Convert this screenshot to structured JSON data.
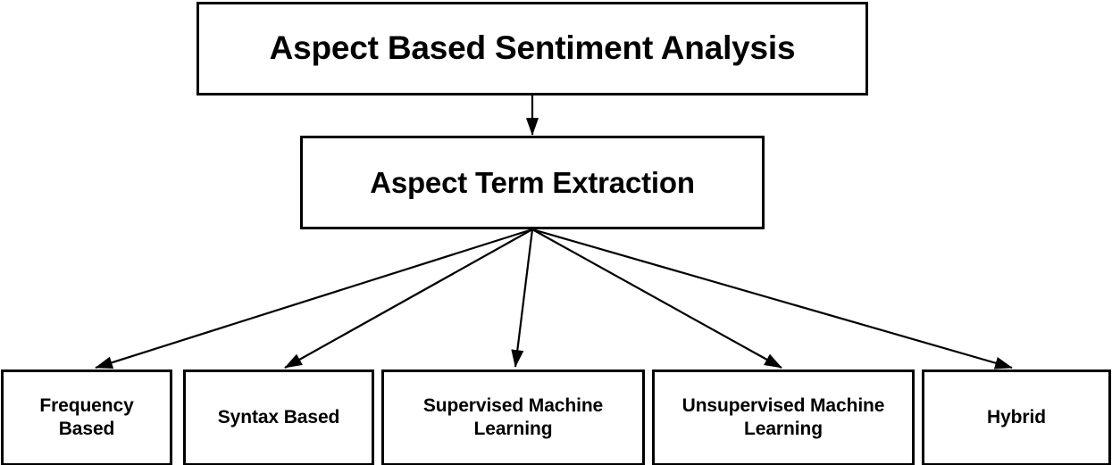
{
  "diagram": {
    "title": "Aspect Based Sentiment Analysis taxonomy",
    "background_color": "#ffffff",
    "line_color": "#000000",
    "text_color": "#000000",
    "root": {
      "label": "Aspect Based Sentiment Analysis"
    },
    "stage": {
      "label": "Aspect Term Extraction"
    },
    "leaves": [
      {
        "label": "Frequency\nBased"
      },
      {
        "label": "Syntax Based"
      },
      {
        "label": "Supervised Machine\nLearning"
      },
      {
        "label": "Unsupervised Machine\nLearning"
      },
      {
        "label": "Hybrid"
      }
    ]
  }
}
